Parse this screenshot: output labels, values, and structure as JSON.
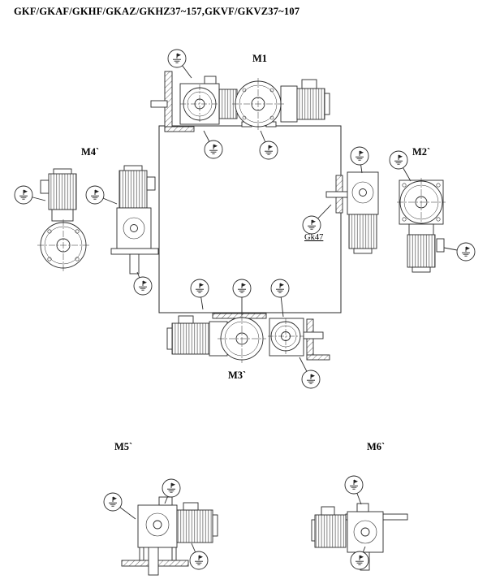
{
  "title": "GKF/GKAF/GKHF/GKAZ/GKHZ37~157,GKVF/GKVZ37~107",
  "labels": {
    "m1": "M1",
    "m2": "M2`",
    "m3": "M3`",
    "m4": "M4`",
    "m5": "M5`",
    "m6": "M6`"
  },
  "callouts": {
    "gk47": "Gk47"
  },
  "icons": {
    "oil_plug_indicator": "small circle containing breather/oil-plug symbol with leader line"
  },
  "colors": {
    "line": "#2a2a2a",
    "background": "#ffffff"
  }
}
